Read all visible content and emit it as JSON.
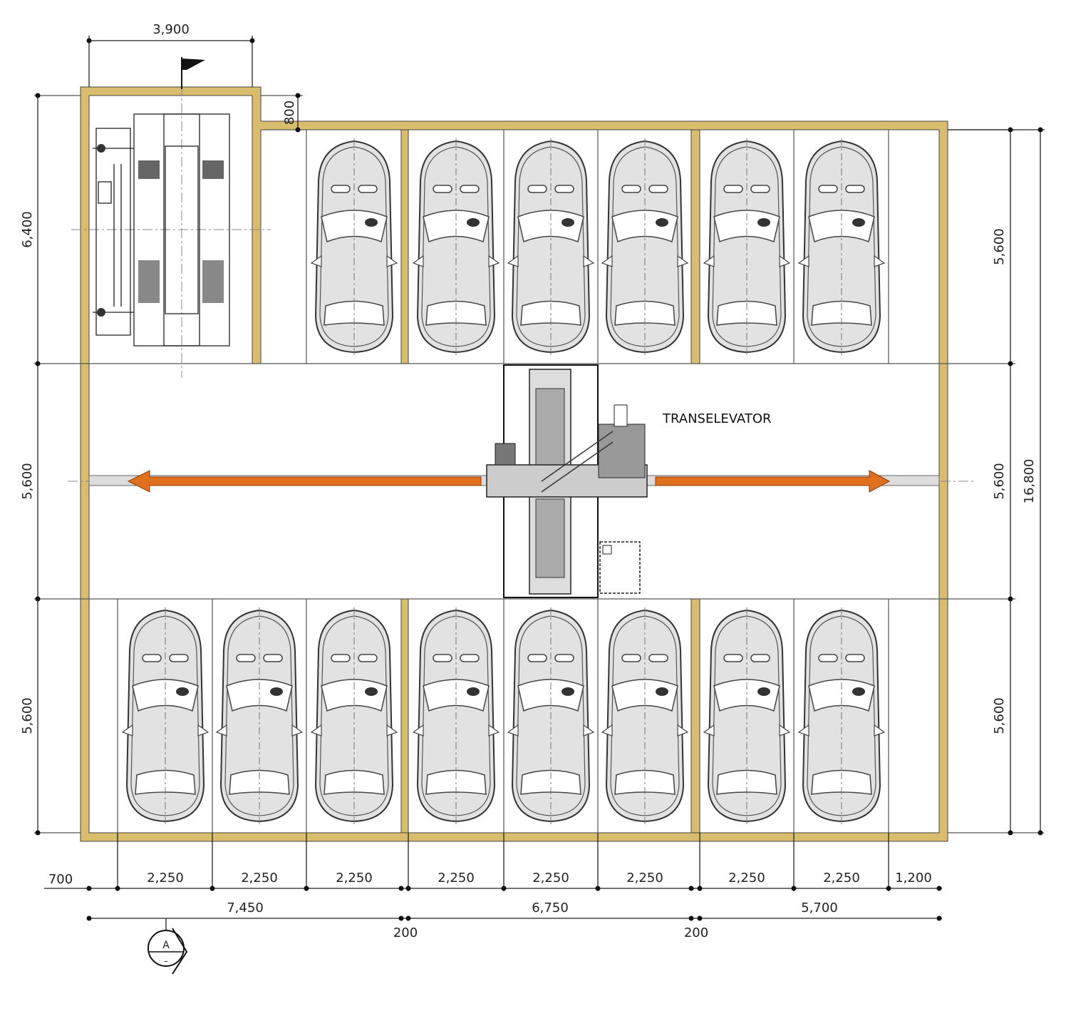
{
  "title_label": "TRANSELEVATOR",
  "section_marker": {
    "letter": "A",
    "sub": "–"
  },
  "colors": {
    "wall": "#d9bd6d",
    "arrow": "#e0701e",
    "car_fill": "#e2e2e2"
  },
  "dims": {
    "top": "3,900",
    "gap": "800",
    "left": [
      "6,400",
      "5,600",
      "5,600"
    ],
    "right": [
      "5,600",
      "5,600",
      "5,600"
    ],
    "total": "16,800",
    "bottom_row1": [
      "700",
      "2,250",
      "2,250",
      "2,250",
      "2,250",
      "2,250",
      "2,250",
      "2,250",
      "2,250",
      "1,200"
    ],
    "bottom_row2": [
      "7,450",
      "6,750",
      "5,700"
    ],
    "walls": [
      "200",
      "200"
    ]
  },
  "parking": {
    "top_row_cars": 6,
    "bottom_row_cars": 8
  }
}
